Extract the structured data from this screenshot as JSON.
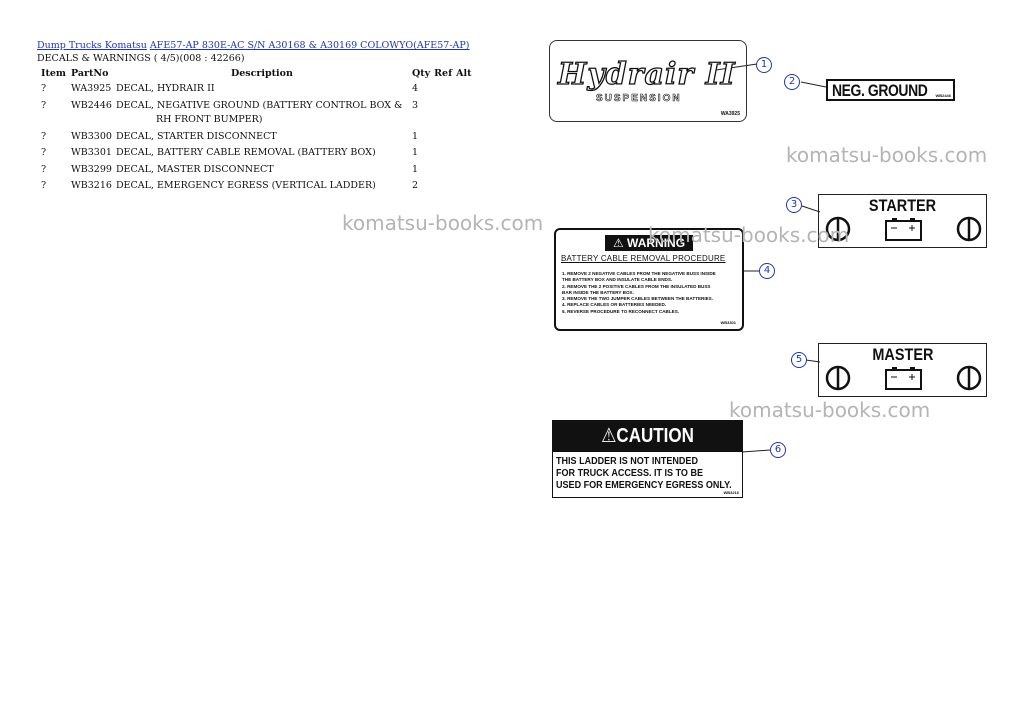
{
  "header": {
    "breadcrumb_link1": "Dump Trucks Komatsu",
    "breadcrumb_link2": "AFE57-AP 830E-AC S/N A30168 & A30169 COLOWYO(AFE57-AP)",
    "subtitle": "DECALS & WARNINGS ( 4/5)(008 : 42266)"
  },
  "table": {
    "columns": [
      "Item",
      "PartNo",
      "Description",
      "Qty",
      "Ref",
      "Alt"
    ],
    "rows": [
      {
        "item": "?",
        "part": "WA3925",
        "desc": "DECAL, HYDRAIR II",
        "desc2": "",
        "qty": "4"
      },
      {
        "item": "?",
        "part": "WB2446",
        "desc": "DECAL, NEGATIVE GROUND (BATTERY CONTROL BOX &",
        "desc2": "RH FRONT BUMPER)",
        "qty": "3"
      },
      {
        "item": "?",
        "part": "WB3300",
        "desc": "DECAL, STARTER DISCONNECT",
        "desc2": "",
        "qty": "1"
      },
      {
        "item": "?",
        "part": "WB3301",
        "desc": "DECAL, BATTERY CABLE REMOVAL (BATTERY BOX)",
        "desc2": "",
        "qty": "1"
      },
      {
        "item": "?",
        "part": "WB3299",
        "desc": "DECAL, MASTER DISCONNECT",
        "desc2": "",
        "qty": "1"
      },
      {
        "item": "?",
        "part": "WB3216",
        "desc": "DECAL, EMERGENCY EGRESS (VERTICAL LADDER)",
        "desc2": "",
        "qty": "2"
      }
    ]
  },
  "watermarks": [
    "komatsu-books.com",
    "komatsu-books.com",
    "komatsu-books.com",
    "komatsu-books.com"
  ],
  "callouts": [
    "1",
    "2",
    "3",
    "4",
    "5",
    "6"
  ],
  "decals": {
    "hydrair": {
      "logo": "Hydrair II",
      "sub": "SUSPENSION",
      "code": "WA3925"
    },
    "neg_ground": {
      "text": "NEG. GROUND",
      "code": "WB2446"
    },
    "starter": {
      "title": "STARTER"
    },
    "master": {
      "title": "MASTER"
    },
    "warning": {
      "banner": "⚠ WARNING",
      "heading": "BATTERY CABLE REMOVAL PROCEDURE",
      "steps": [
        "1. REMOVE 2 NEGATIVE CABLES FROM THE NEGATIVE BUSS INSIDE",
        "   THE BATTERY BOX AND INSULATE CABLE ENDS.",
        "2. REMOVE THE 2 POSITIVE CABLES FROM THE INSULATED BUSS",
        "   BAR INSIDE THE BATTERY BOX.",
        "3. REMOVE THE TWO JUMPER CABLES BETWEEN THE BATTERIES.",
        "4. REPLACE CABLES OR BATTERIES NEEDED.",
        "5. REVERSE PROCEDURE TO RECONNECT CABLES."
      ],
      "code": "WB3301"
    },
    "caution": {
      "banner": "⚠CAUTION",
      "lines": [
        "THIS LADDER IS NOT INTENDED",
        "FOR TRUCK ACCESS.  IT IS TO BE",
        "USED FOR EMERGENCY EGRESS ONLY."
      ],
      "code": "WB3216"
    }
  }
}
